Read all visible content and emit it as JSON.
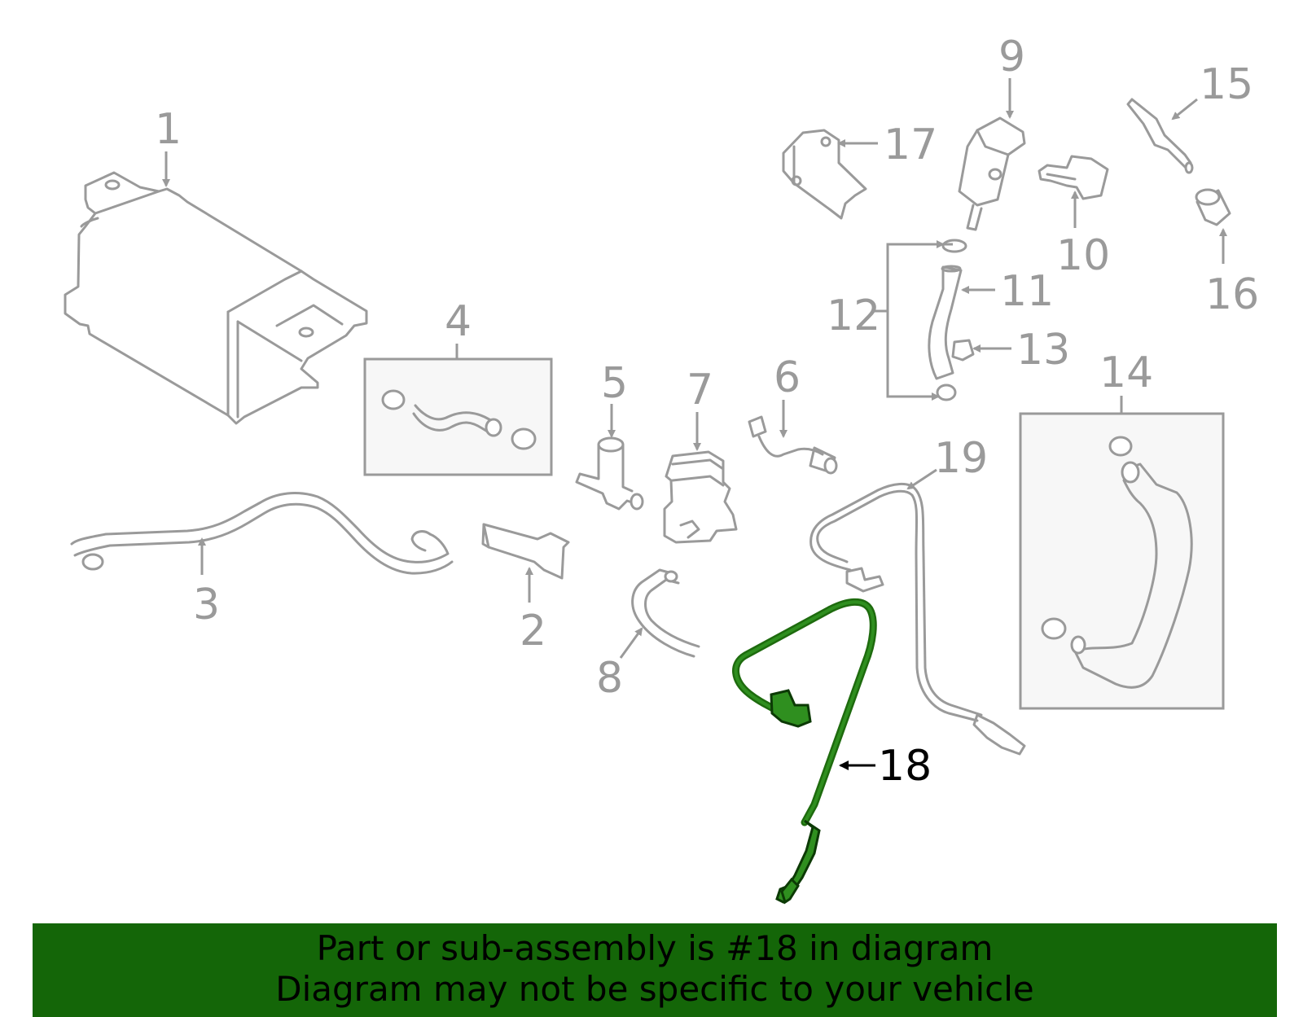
{
  "diagram": {
    "callouts": [
      "1",
      "2",
      "3",
      "4",
      "5",
      "6",
      "7",
      "8",
      "9",
      "10",
      "11",
      "12",
      "13",
      "14",
      "15",
      "16",
      "17",
      "18",
      "19"
    ],
    "highlighted_part": "18",
    "highlight_color": "#2f8f1f",
    "part_color": "#9a9a9a",
    "banner_color": "#146608"
  },
  "banner": {
    "line1": "Part or sub-assembly is #18 in diagram",
    "line2": "Diagram may not be specific to your vehicle"
  }
}
